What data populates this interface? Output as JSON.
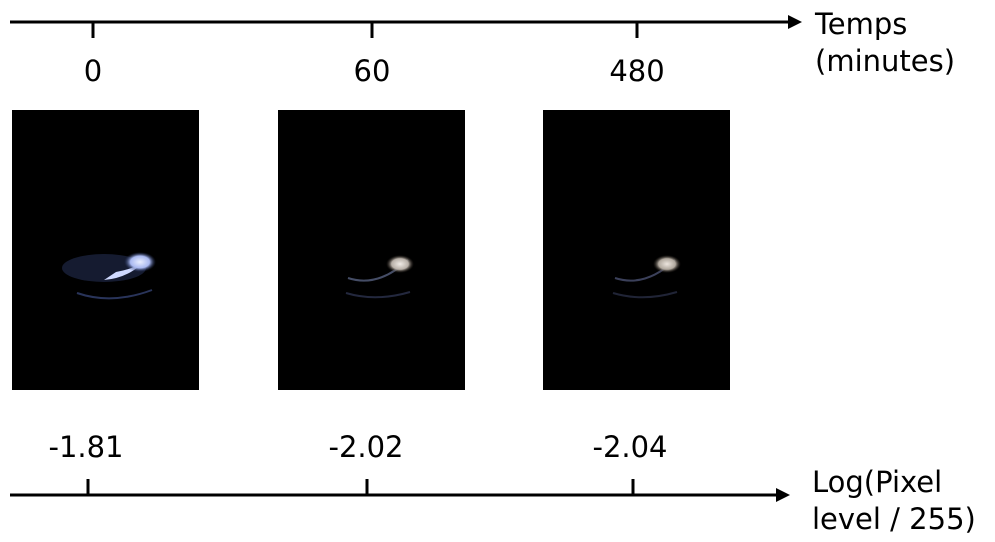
{
  "time_axis": {
    "title_line1": "Temps",
    "title_line2": "(minutes)",
    "ticks": [
      "0",
      "60",
      "480"
    ]
  },
  "images": [
    {
      "name": "t0",
      "tint": "#b8c8ff"
    },
    {
      "name": "t60",
      "tint": "#d8d2cc"
    },
    {
      "name": "t480",
      "tint": "#cfc8c0"
    }
  ],
  "pixel_axis": {
    "title_line1": "Log(Pixel",
    "title_line2": "level / 255)",
    "ticks": [
      "-1.81",
      "-2.02",
      "-2.04"
    ]
  },
  "colors": {
    "background": "#ffffff",
    "axis": "#000000",
    "photo_background": "#000000"
  }
}
